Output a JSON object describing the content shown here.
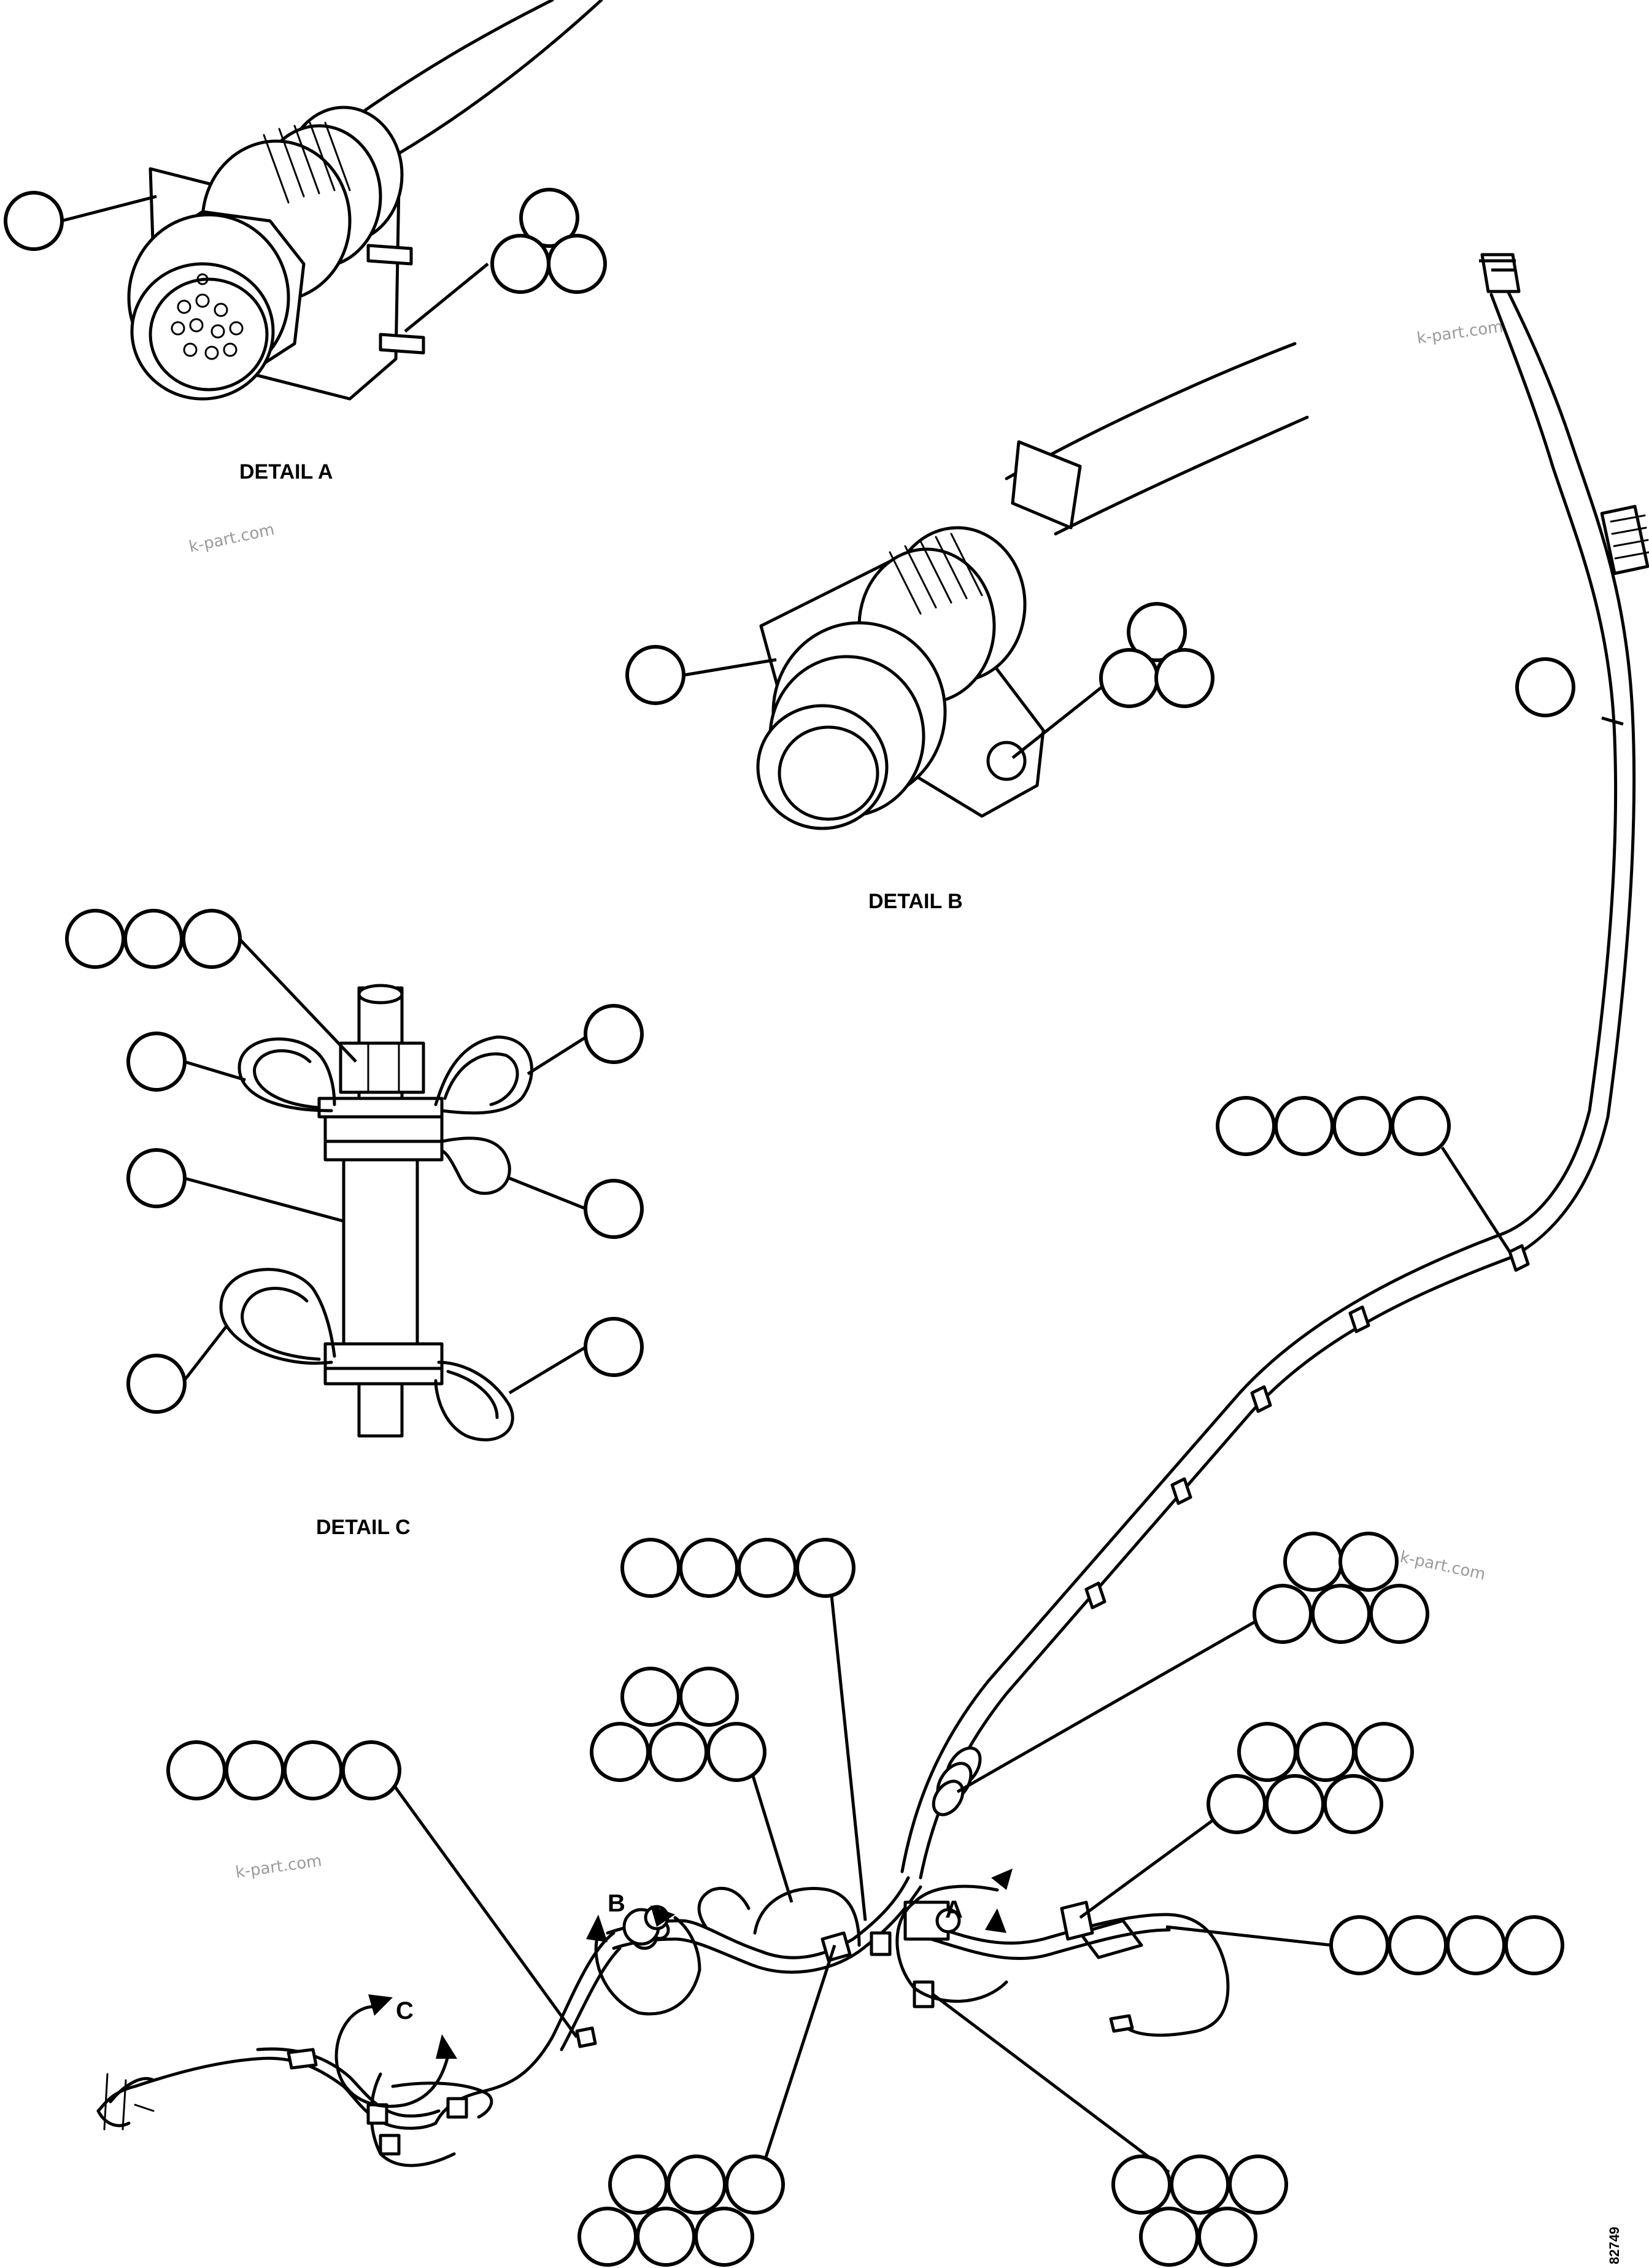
{
  "details": {
    "a": "DETAIL A",
    "b": "DETAIL B",
    "c": "DETAIL C"
  },
  "view_letters": {
    "a": "A",
    "b": "B",
    "c": "C"
  },
  "watermark": "k-part.com",
  "drawing_code": "82749"
}
